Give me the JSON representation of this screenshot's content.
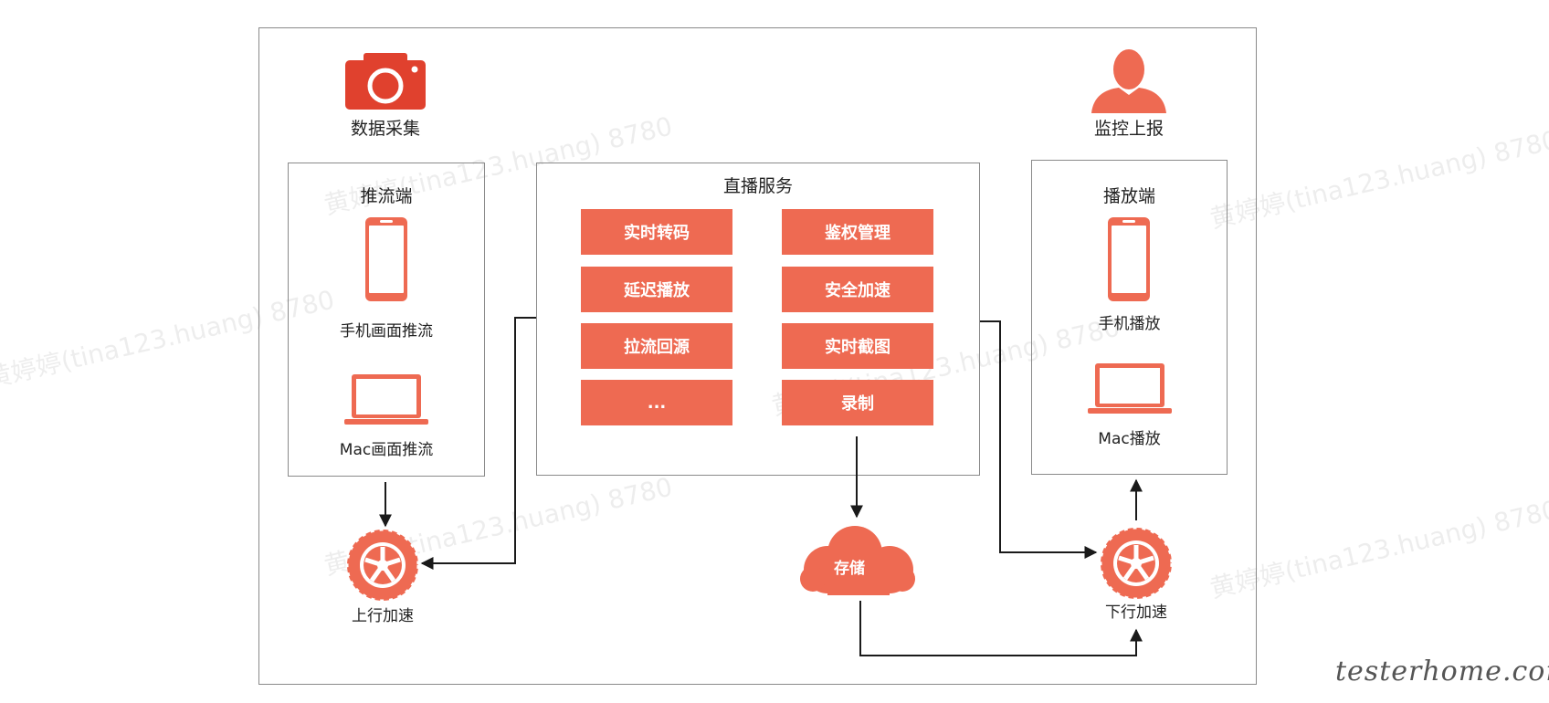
{
  "collection": {
    "title": "数据采集",
    "icon": "camera-icon"
  },
  "monitoring": {
    "title": "监控上报",
    "icon": "user-silhouette-icon"
  },
  "push_side": {
    "title": "推流端",
    "items": [
      {
        "label": "手机画面推流",
        "icon": "smartphone-icon"
      },
      {
        "label": "Mac画面推流",
        "icon": "laptop-icon"
      }
    ]
  },
  "live_service": {
    "title": "直播服务",
    "tiles": [
      "实时转码",
      "鉴权管理",
      "延迟播放",
      "安全加速",
      "拉流回源",
      "实时截图",
      "...",
      "录制"
    ]
  },
  "play_side": {
    "title": "播放端",
    "items": [
      {
        "label": "手机播放",
        "icon": "smartphone-icon"
      },
      {
        "label": "Mac播放",
        "icon": "laptop-icon"
      }
    ]
  },
  "upload_accel": {
    "label": "上行加速",
    "icon": "tire-wheel-icon"
  },
  "download_accel": {
    "label": "下行加速",
    "icon": "tire-wheel-icon"
  },
  "storage": {
    "label": "存储",
    "icon": "cloud-icon"
  },
  "watermark": "黄婷婷(tina123.huang) 8780",
  "brand": "testerhome.com",
  "colors": {
    "accent": "#ee6a52",
    "border": "#8a8a8a",
    "line": "#1a1a1a"
  }
}
